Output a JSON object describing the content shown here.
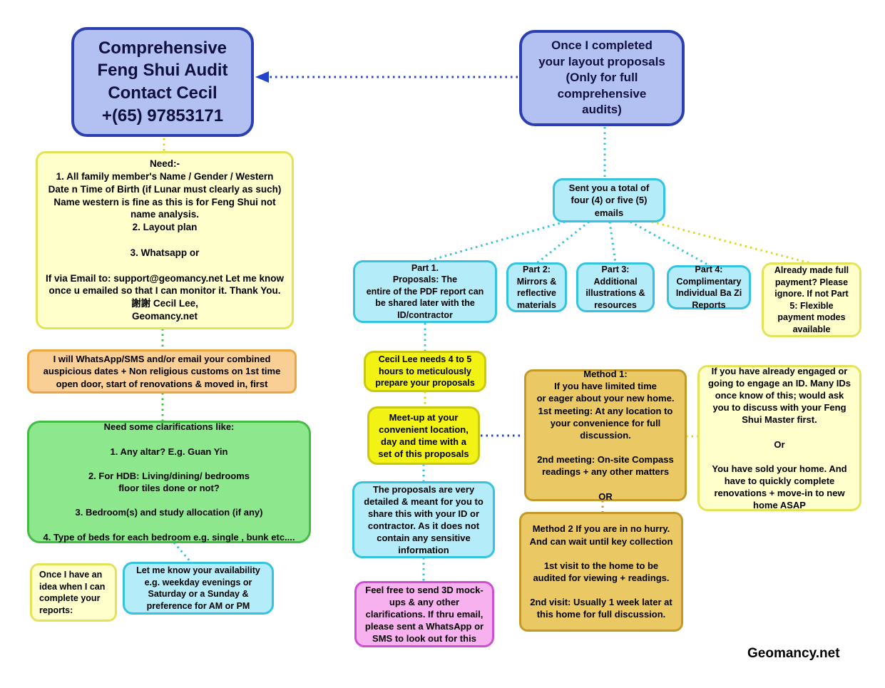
{
  "colors": {
    "node_blue_fill": "#b3c1f2",
    "node_blue_border": "#2b3fb0",
    "node_yellow_fill": "#ffffcc",
    "node_yellow_border": "#e3e35a",
    "node_bright_yellow_fill": "#f2f215",
    "node_orange_fill": "#f9cf96",
    "node_orange_border": "#eda640",
    "node_green_fill": "#8de88d",
    "node_green_border": "#44bb44",
    "node_cyan_fill": "#b5ecf9",
    "node_cyan_border": "#35c3e0",
    "node_pink_fill": "#f7b1ef",
    "node_pink_border": "#cf4fd4",
    "node_gold_fill": "#eac863",
    "node_gold_border": "#c39a28",
    "connector_blue": "#2244cc",
    "connector_cyan": "#35c3e0",
    "connector_yellow": "#d9d920",
    "connector_green": "#44bb44"
  },
  "header": {
    "contact_box": "Comprehensive\nFeng Shui Audit\nContact Cecil\n+(65) 97853171",
    "completed_box": "Once I completed\nyour layout proposals\n(Only for full\ncomprehensive\naudits)"
  },
  "left_flow": {
    "need_box": "Need:-\n1. All family member's Name / Gender / Western Date n Time of Birth (if Lunar must clearly as such) Name western is fine as this is for Feng Shui not name analysis.\n2. Layout plan\n\n3. Whatsapp or\n\nIf via Email to: support@geomancy.net Let me know once u emailed so that I can monitor it. Thank You. 謝謝 Cecil Lee,\nGeomancy.net",
    "dates_box": "I will WhatsApp/SMS and/or email your combined auspicious dates + Non religious customs on 1st time open door, start of renovations & moved in, first",
    "clarifications_box": "Need some clarifications like:\n\n1. Any altar? E.g. Guan Yin\n\n2. For HDB: Living/dining/ bedrooms\nfloor tiles done or not?\n\n3. Bedroom(s) and study allocation (if any)\n\n4. Type of beds for each bedroom e.g. single , bunk etc....",
    "reports_box": "Once I have an idea when I can complete your reports:",
    "availability_box": "Let me know your availability e.g. weekday evenings or Saturday or a Sunday & preference for AM or PM"
  },
  "right_flow": {
    "emails_box": "Sent you a total of four (4) or five (5) emails",
    "part1_box": "Part 1.\nProposals: The\nentire of the PDF report can be shared later with the ID/contractor",
    "part2_box": "Part 2:\nMirrors &\nreflective\nmaterials",
    "part3_box": "Part 3:\nAdditional\nillustrations &\nresources",
    "part4_box": "Part 4:\nComplimentary\nIndividual Ba Zi\nReports",
    "part5_box": "Already made full payment? Please ignore. If not Part 5: Flexible payment modes available",
    "prep_box": "Cecil Lee needs 4 to 5 hours to meticulously prepare your proposals",
    "meetup_box": "Meet-up at your convenient location, day and time with a set of this proposals",
    "proposals_box": "The proposals are very detailed & meant for you to share this with your ID or contractor. As it does not contain any sensitive information",
    "mockups_box": "Feel free to send 3D mock-ups & any other clarifications. If thru email, please sent a WhatsApp or SMS to look out for this",
    "method1_box": "Method 1:\nIf you have limited time\nor eager about your new home.\n1st meeting: At any location to your convenience for full discussion.\n\n2nd meeting: On-site Compass readings + any other matters\n\nOR",
    "method2_box": "Method 2 If you are in no hurry. And can wait until key collection\n\n1st visit to the home to be audited for viewing + readings.\n\n2nd visit: Usually 1 week later at this home for full discussion.",
    "engaged_box": "If you have already engaged or going to engage an ID. Many IDs once know of this; would ask you to discuss with your Feng Shui Master first.\n\nOr\n\nYou have sold your home. And have to quickly complete renovations + move-in to new home ASAP"
  },
  "footer": {
    "logo": "Geomancy.net"
  }
}
